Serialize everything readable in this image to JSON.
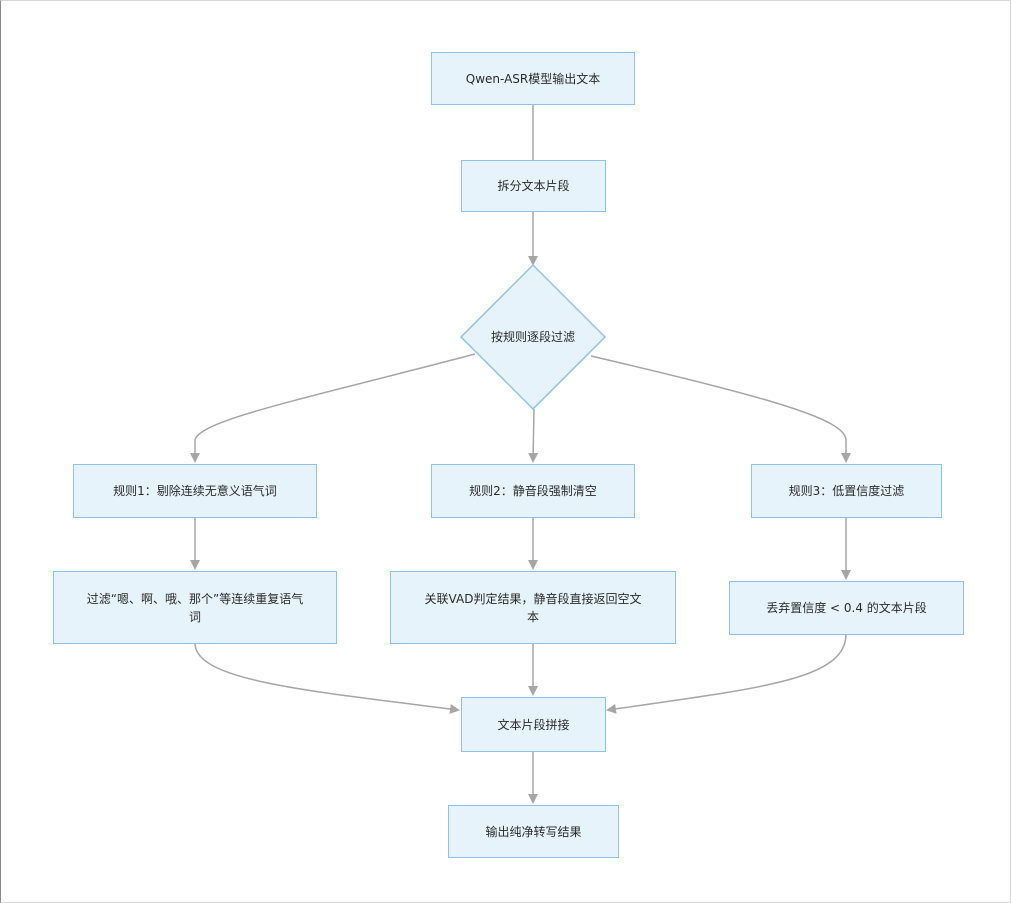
{
  "diagram": {
    "colors": {
      "node_fill": "#e6f3fb",
      "node_stroke": "#8fc2ea",
      "edge": "#a6a6a6",
      "text": "#2b2b2b"
    },
    "nodes": {
      "start": "Qwen-ASR模型输出文本",
      "split": "拆分文本片段",
      "decision": "按规则逐段过滤",
      "rule1": "规则1：剔除连续无意义语气词",
      "rule2": "规则2：静音段强制清空",
      "rule3": "规则3：低置信度过滤",
      "action1": "过滤“嗯、啊、哦、那个”等连续重复语气词",
      "action2": "关联VAD判定结果，静音段直接返回空文本",
      "action3": "丢弃置信度 < 0.4 的文本片段",
      "merge": "文本片段拼接",
      "output": "输出纯净转写结果"
    }
  }
}
